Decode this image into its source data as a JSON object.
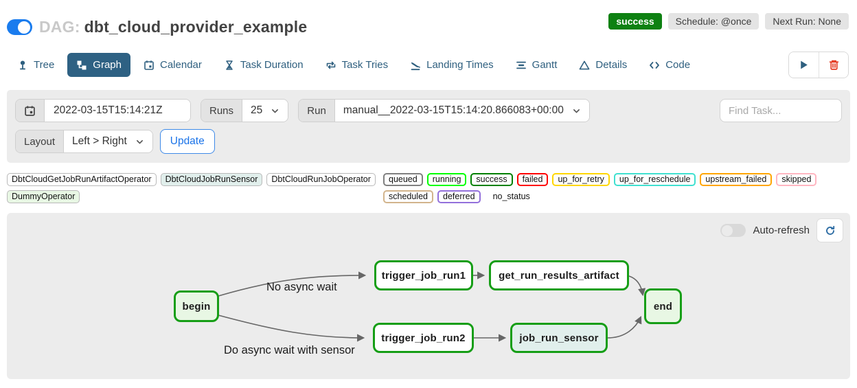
{
  "header": {
    "dag_prefix": "DAG:",
    "dag_title": "dbt_cloud_provider_example",
    "status_badge": "success",
    "schedule_badge": "Schedule: @once",
    "next_run_badge": "Next Run: None"
  },
  "tabs": [
    {
      "label": "Tree",
      "icon": "tree-icon",
      "active": false
    },
    {
      "label": "Graph",
      "icon": "graph-icon",
      "active": true
    },
    {
      "label": "Calendar",
      "icon": "calendar-icon",
      "active": false
    },
    {
      "label": "Task Duration",
      "icon": "hourglass-icon",
      "active": false
    },
    {
      "label": "Task Tries",
      "icon": "repeat-icon",
      "active": false
    },
    {
      "label": "Landing Times",
      "icon": "plane-landing-icon",
      "active": false
    },
    {
      "label": "Gantt",
      "icon": "gantt-icon",
      "active": false
    },
    {
      "label": "Details",
      "icon": "triangle-icon",
      "active": false
    },
    {
      "label": "Code",
      "icon": "code-icon",
      "active": false
    }
  ],
  "actions": {
    "trigger_icon": "play-icon",
    "delete_icon": "trash-icon"
  },
  "filters": {
    "base_date_value": "2022-03-15T15:14:21Z",
    "runs_label": "Runs",
    "runs_value": "25",
    "run_label": "Run",
    "run_value": "manual__2022-03-15T15:14:20.866083+00:00",
    "find_task_placeholder": "Find Task...",
    "layout_label": "Layout",
    "layout_value": "Left > Right",
    "update_button": "Update"
  },
  "legend": {
    "operators": [
      {
        "label": "DbtCloudGetJobRunArtifactOperator",
        "fill": "#ffffff"
      },
      {
        "label": "DbtCloudJobRunSensor",
        "fill": "#e1efec"
      },
      {
        "label": "DbtCloudRunJobOperator",
        "fill": "#ffffff"
      },
      {
        "label": "DummyOperator",
        "fill": "#e8f7e4"
      }
    ],
    "statuses": [
      {
        "label": "queued",
        "color": "#808080"
      },
      {
        "label": "running",
        "color": "#00ff00"
      },
      {
        "label": "success",
        "color": "#008000"
      },
      {
        "label": "failed",
        "color": "#ff0000"
      },
      {
        "label": "up_for_retry",
        "color": "#ffd700"
      },
      {
        "label": "up_for_reschedule",
        "color": "#40e0d0"
      },
      {
        "label": "upstream_failed",
        "color": "#ffa500"
      },
      {
        "label": "skipped",
        "color": "#ffb6c1"
      },
      {
        "label": "scheduled",
        "color": "#d2b48c"
      },
      {
        "label": "deferred",
        "color": "#9370db"
      },
      {
        "label": "no_status",
        "color": null
      }
    ]
  },
  "graph": {
    "auto_refresh_label": "Auto-refresh",
    "refresh_icon": "refresh-icon",
    "nodes": [
      {
        "id": "begin",
        "label": "begin",
        "fill": "#e8f7e4",
        "border": "#169e16"
      },
      {
        "id": "trigger_job_run1",
        "label": "trigger_job_run1",
        "fill": "#ffffff",
        "border": "#169e16"
      },
      {
        "id": "get_run_results_artifact",
        "label": "get_run_results_artifact",
        "fill": "#ffffff",
        "border": "#169e16"
      },
      {
        "id": "trigger_job_run2",
        "label": "trigger_job_run2",
        "fill": "#ffffff",
        "border": "#169e16"
      },
      {
        "id": "job_run_sensor",
        "label": "job_run_sensor",
        "fill": "#e1efec",
        "border": "#169e16"
      },
      {
        "id": "end",
        "label": "end",
        "fill": "#e8f7e4",
        "border": "#169e16"
      }
    ],
    "edge_labels": [
      "No async wait",
      "Do async wait with sensor"
    ]
  },
  "colors": {
    "active_tab_bg": "#2e6183",
    "tab_text": "#2e5f7f",
    "toggle_on_blue": "#1a7cee",
    "success_green": "#0e8112",
    "update_blue": "#1a73e8",
    "trash_red": "#e43921",
    "edge_gray": "#666666",
    "panel_gray": "#ececec"
  }
}
